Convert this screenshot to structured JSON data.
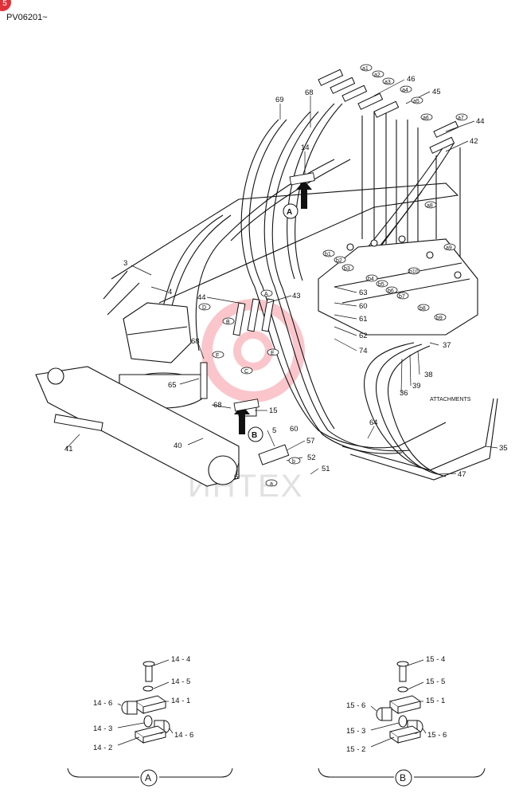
{
  "corner_badge": "5",
  "serial_code": "PV06201~",
  "watermark": "ИНТЕХ",
  "attachments_label": "ATTACHMENTS",
  "part_labels": {
    "p69": "69",
    "p68a": "68",
    "p46": "46",
    "p45": "45",
    "p44a": "44",
    "p42": "42",
    "p14": "14",
    "p3": "3",
    "p4": "4",
    "p44b": "44",
    "p43": "43",
    "p63": "63",
    "p60a": "60",
    "p61": "61",
    "p62": "62",
    "p74": "74",
    "p68b": "68",
    "p65": "65",
    "p68c": "68",
    "p15": "15",
    "p5": "5",
    "p60b": "60",
    "p57": "57",
    "p52": "52",
    "p51": "51",
    "p6": "6",
    "p40": "40",
    "p41": "41",
    "p37": "37",
    "p38": "38",
    "p39": "39",
    "p36": "36",
    "p64": "64",
    "p35": "35",
    "p47": "47"
  },
  "callouts_upper": [
    "a1",
    "a2",
    "a3",
    "a4",
    "a5",
    "a6",
    "a7",
    "a8",
    "a9"
  ],
  "callouts_lower": [
    "b1",
    "b2",
    "b3",
    "b4",
    "b5",
    "b6",
    "b7",
    "b8",
    "b9",
    "b10"
  ],
  "callouts_misc": [
    "D",
    "A",
    "B",
    "E",
    "F",
    "C",
    "a",
    "b"
  ],
  "view_markers": {
    "A": "A",
    "B": "B"
  },
  "detail_a_labels": [
    "14 - 4",
    "14 - 5",
    "14 - 6",
    "14 - 1",
    "14 - 3",
    "14 - 6",
    "14 - 2"
  ],
  "detail_b_labels": [
    "15 - 4",
    "15 - 5",
    "15 - 6",
    "15 - 1",
    "15 - 3",
    "15 - 6",
    "15 - 2"
  ],
  "detail_a_marker": "A",
  "detail_b_marker": "B"
}
